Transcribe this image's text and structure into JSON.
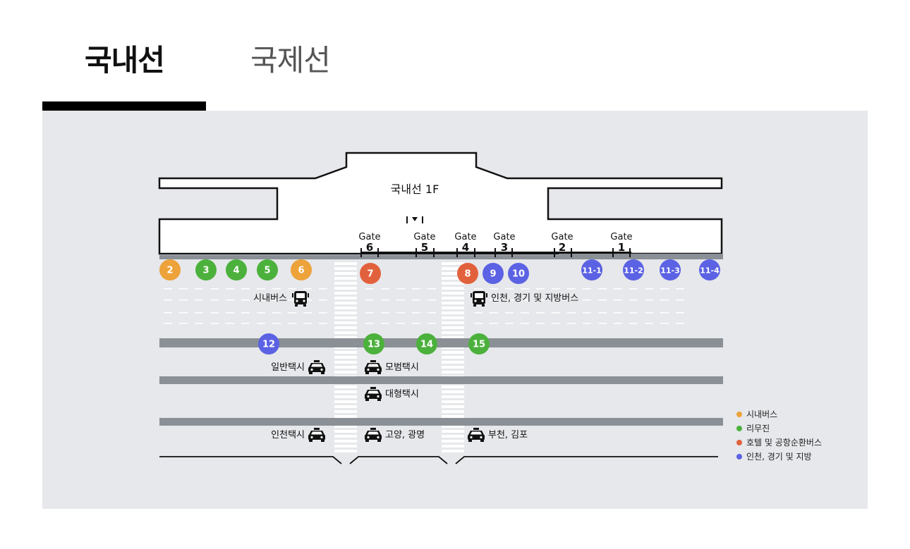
{
  "tabs": {
    "domestic": "국내선",
    "international": "국제선"
  },
  "floor_label": "국내선 1F",
  "gates": [
    {
      "word": "Gate",
      "num": "6"
    },
    {
      "word": "Gate",
      "num": "5"
    },
    {
      "word": "Gate",
      "num": "4"
    },
    {
      "word": "Gate",
      "num": "3"
    },
    {
      "word": "Gate",
      "num": "2"
    },
    {
      "word": "Gate",
      "num": "1"
    }
  ],
  "stops": [
    {
      "label": "2",
      "type": "city_bus"
    },
    {
      "label": "3",
      "type": "limousine"
    },
    {
      "label": "4",
      "type": "limousine"
    },
    {
      "label": "5",
      "type": "limousine"
    },
    {
      "label": "6",
      "type": "city_bus"
    },
    {
      "label": "7",
      "type": "hotel_shuttle"
    },
    {
      "label": "8",
      "type": "hotel_shuttle"
    },
    {
      "label": "9",
      "type": "incheon_regional"
    },
    {
      "label": "10",
      "type": "incheon_regional"
    },
    {
      "label": "11-1",
      "type": "incheon_regional"
    },
    {
      "label": "11-2",
      "type": "incheon_regional"
    },
    {
      "label": "11-3",
      "type": "incheon_regional"
    },
    {
      "label": "11-4",
      "type": "incheon_regional"
    },
    {
      "label": "12",
      "type": "incheon_regional"
    },
    {
      "label": "13",
      "type": "limousine"
    },
    {
      "label": "14",
      "type": "limousine"
    },
    {
      "label": "15",
      "type": "limousine"
    }
  ],
  "bus_labels": {
    "city_bus": "시내버스",
    "regional_bus": "인천, 경기 및 지방버스"
  },
  "taxi_labels": {
    "regular": "일반택시",
    "deluxe": "모범택시",
    "large": "대형택시",
    "incheon": "인천택시",
    "goyang": "고양, 광명",
    "bucheon": "부천, 김포"
  },
  "legend": [
    {
      "label": "시내버스",
      "color": "#eda23a"
    },
    {
      "label": "리무진",
      "color": "#4cb13c"
    },
    {
      "label": "호텔 및 공항순환버스",
      "color": "#e2613d"
    },
    {
      "label": "인천, 경기 및 지방",
      "color": "#5b62e3"
    }
  ],
  "colors": {
    "city_bus": "#eda23a",
    "limousine": "#4cb13c",
    "hotel_shuttle": "#e2613d",
    "incheon_regional": "#5b62e3",
    "road": "#8a9096",
    "background": "#e6e8eb"
  },
  "icons": {
    "bus": "bus-icon",
    "taxi": "taxi-icon",
    "entrance": "entrance-arrow-icon"
  }
}
